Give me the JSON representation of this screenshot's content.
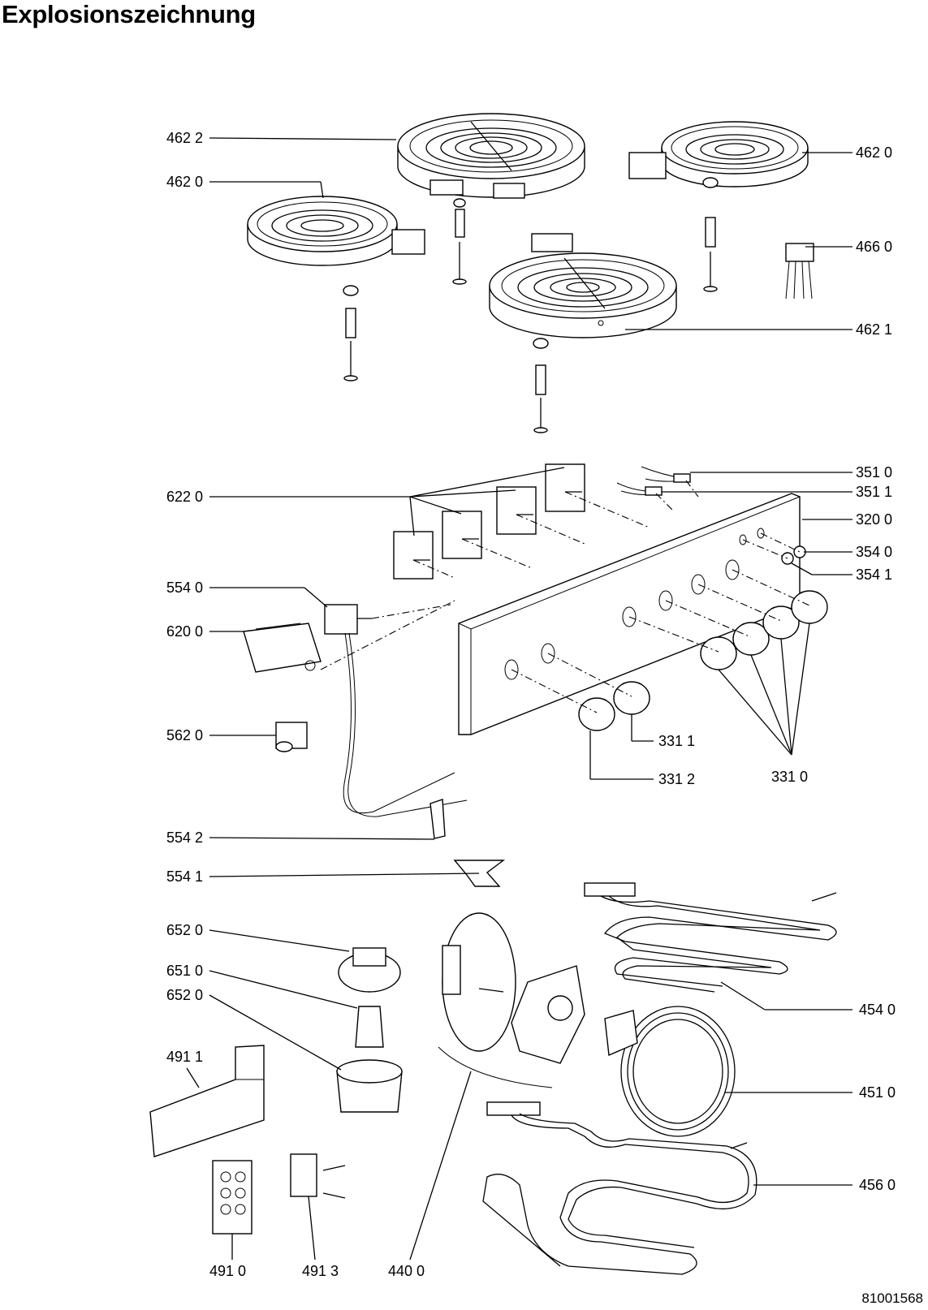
{
  "title": "Explosionszeichnung",
  "document_number": "81001568",
  "labels": {
    "l4622": "462 2",
    "l4620a": "462 0",
    "l4620b": "462 0",
    "l4660": "466 0",
    "l4621": "462 1",
    "l3510": "351 0",
    "l3511": "351 1",
    "l6220": "622 0",
    "l3200": "320 0",
    "l3540": "354 0",
    "l3541": "354 1",
    "l5540": "554 0",
    "l6200": "620 0",
    "l5620": "562 0",
    "l3311": "331 1",
    "l3312": "331 2",
    "l3310": "331 0",
    "l5542": "554 2",
    "l5541": "554 1",
    "l6520a": "652 0",
    "l6510": "651 0",
    "l6520b": "652 0",
    "l4540": "454 0",
    "l4911": "491 1",
    "l4510": "451 0",
    "l4560": "456 0",
    "l4910": "491 0",
    "l4913": "491 3",
    "l4400": "440 0"
  }
}
